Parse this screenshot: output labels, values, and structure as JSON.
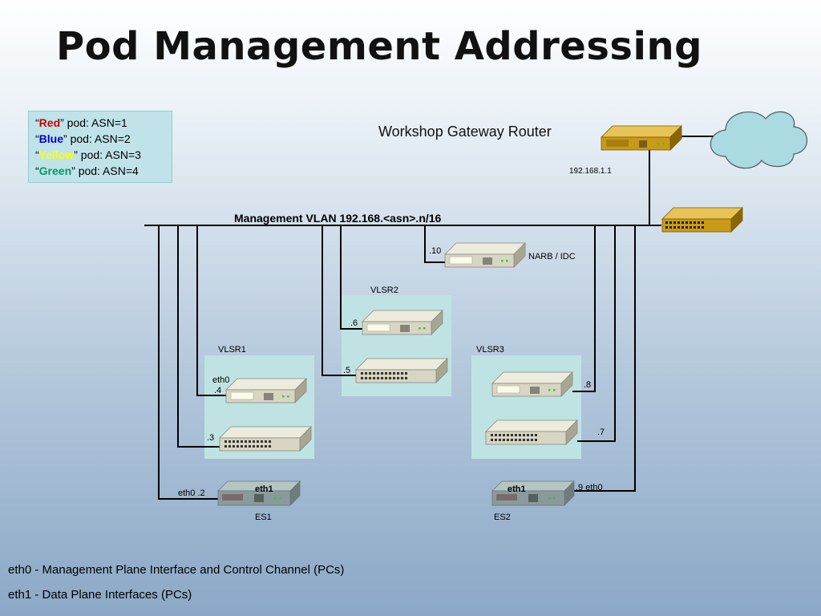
{
  "title": "Pod Management Addressing",
  "legend": {
    "items": [
      {
        "open": "“",
        "name": "Red",
        "rest": "” pod: ASN=1",
        "color": "#cc0000"
      },
      {
        "open": "“",
        "name": "Blue",
        "rest": "” pod: ASN=2",
        "color": "#0000cc"
      },
      {
        "open": "“",
        "name": "Yellow",
        "rest": "” pod: ASN=3",
        "color": "#ffff00"
      },
      {
        "open": "“",
        "name": "Green",
        "rest": "” pod: ASN=4",
        "color": "#009966"
      }
    ]
  },
  "gateway": {
    "label": "Workshop Gateway Router",
    "ip": "192.168.1.1"
  },
  "vlan": {
    "label": "Management VLAN  192.168.<asn>.n/16"
  },
  "narb": {
    "ip": ".10",
    "label": "NARB / IDC"
  },
  "vlsr1": {
    "label": "VLSR1",
    "eth": "eth0",
    "ip_router": ".4",
    "ip_switch": ".3"
  },
  "vlsr2": {
    "label": "VLSR2",
    "ip_router": ".6",
    "ip_switch": ".5"
  },
  "vlsr3": {
    "label": "VLSR3",
    "ip_router": ".8",
    "ip_switch": ".7"
  },
  "es1": {
    "label": "ES1",
    "eth1": "eth1",
    "eth0_ip": "eth0  .2"
  },
  "es2": {
    "label": "ES2",
    "eth1": "eth1",
    "eth0_ip": ".9  eth0"
  },
  "footer": {
    "line1": "eth0 - Management Plane Interface and Control Channel (PCs)",
    "line2": "eth1 - Data Plane Interfaces (PCs)"
  },
  "colors": {
    "bus": "#000000",
    "panel": "#bfe3e3",
    "device_beige": "#d8d6c2",
    "router_gold": "#b88a10",
    "es_gray": "#8a9a9a",
    "cloud": "#a9dbe0"
  }
}
